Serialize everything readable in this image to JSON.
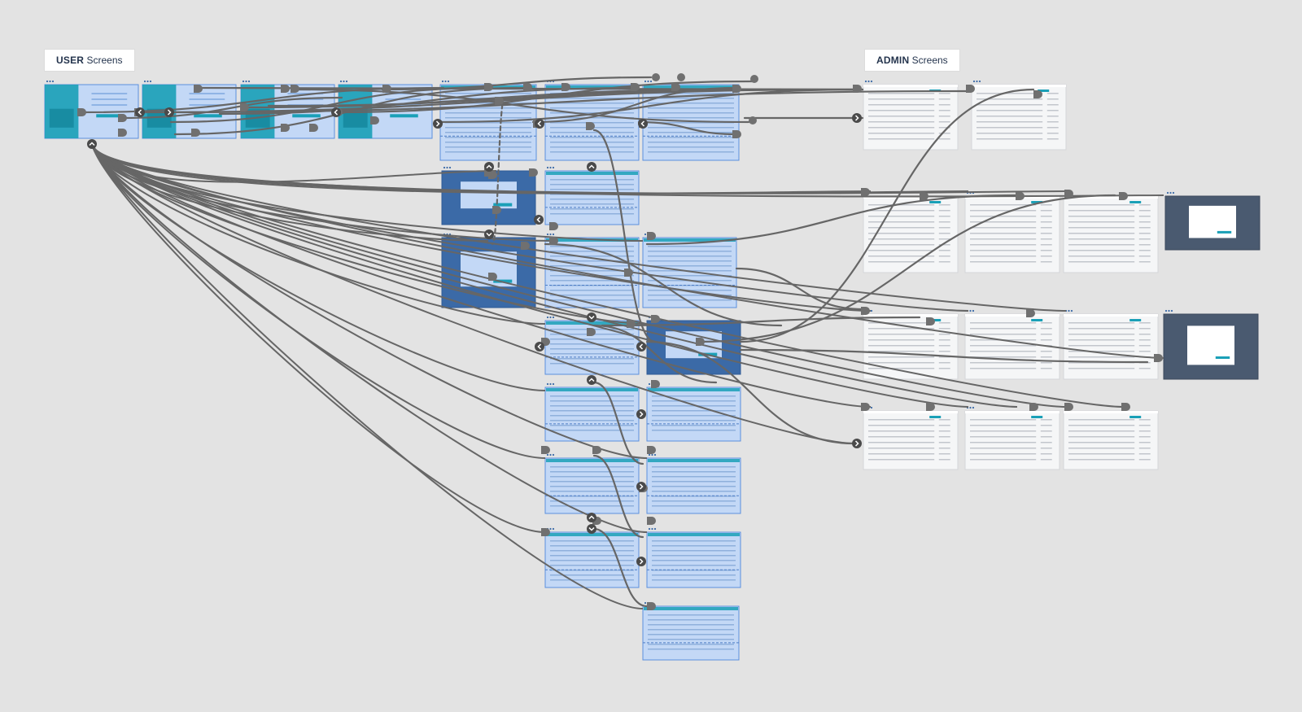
{
  "sections": {
    "user": {
      "bold": "USER",
      "rest": " Screens"
    },
    "admin": {
      "bold": "ADMIN",
      "rest": " Screens"
    }
  },
  "colors": {
    "background": "#e3e3e3",
    "user_frame_fill": "#c3d8f6",
    "user_frame_stroke": "#5b8fde",
    "modal_frame_fill": "#3b6aa7",
    "admin_frame_fill": "#f5f6f7",
    "admin_modal_fill": "#4a5a70",
    "teal_accent": "#1aa0b7",
    "wire": "#666666",
    "connector": "#707070"
  },
  "icons": [
    "options-dots-icon",
    "connector-arrow-icon",
    "connector-handle-icon"
  ]
}
